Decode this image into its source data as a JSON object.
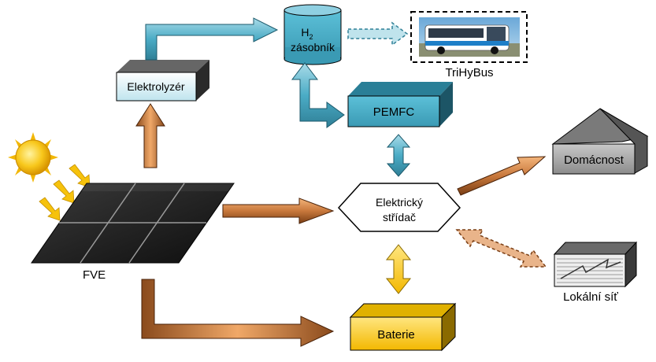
{
  "nodes": {
    "h2_tank": {
      "line1_main": "H",
      "line1_sub": "2",
      "line2": "zásobník"
    },
    "bus": {
      "label": "TriHyBus"
    },
    "electrolyzer": {
      "label": "Elektrolyzér"
    },
    "pemfc": {
      "label": "PEMFC"
    },
    "inverter": {
      "line1": "Elektrický",
      "line2": "střídač"
    },
    "household": {
      "label": "Domácnost"
    },
    "grid": {
      "label": "Lokální síť"
    },
    "pv": {
      "label": "FVE"
    },
    "battery": {
      "label": "Baterie"
    }
  },
  "colors": {
    "blue_fill": "#4bacc6",
    "orange_fill": "#d88b50",
    "brown_fill": "#8b4a1c",
    "yellow_fill": "#ffd22e",
    "grey_fill": "#9e9e9e",
    "panel": "#1a1a1a",
    "sun": "#f2b705"
  },
  "icons": [
    "sun-icon",
    "bus-icon",
    "house-icon",
    "grid-wave-icon",
    "solar-panel-icon"
  ]
}
